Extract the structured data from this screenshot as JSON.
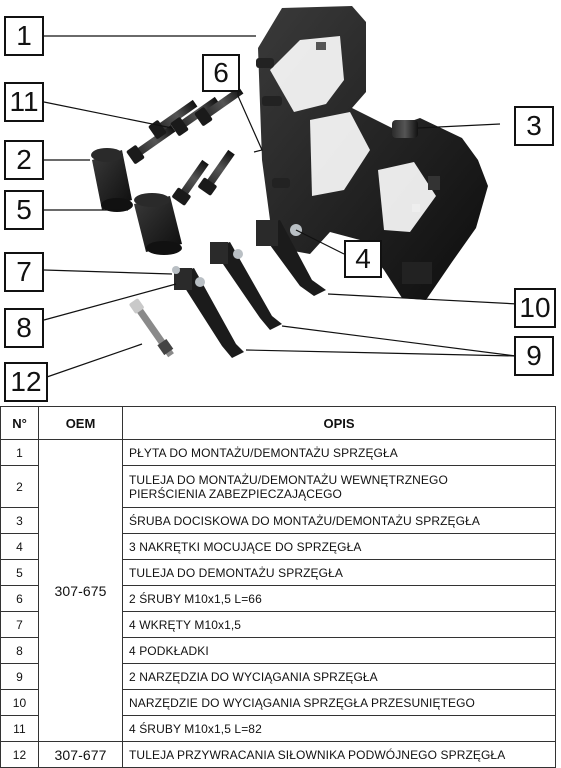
{
  "callouts": [
    "1",
    "2",
    "3",
    "4",
    "5",
    "6",
    "7",
    "8",
    "9",
    "10",
    "11",
    "12"
  ],
  "table": {
    "headers": [
      "N°",
      "OEM",
      "OPIS"
    ],
    "rows": [
      {
        "n": "1",
        "desc": "PŁYTA DO MONTAŻU/DEMONTAŻU SPRZĘGŁA"
      },
      {
        "n": "2",
        "desc": "TULEJA DO MONTAŻU/DEMONTAŻU WEWNĘTRZNEGO PIERŚCIENIA ZABEZPIECZAJĄCEGO"
      },
      {
        "n": "3",
        "desc": "ŚRUBA DOCISKOWA DO MONTAŻU/DEMONTAŻU SPRZĘGŁA"
      },
      {
        "n": "4",
        "desc": "3 NAKRĘTKI MOCUJĄCE DO SPRZĘGŁA"
      },
      {
        "n": "5",
        "desc": "TULEJA DO DEMONTAŻU SPRZĘGŁA"
      },
      {
        "n": "6",
        "desc": "2 ŚRUBY M10x1,5 L=66"
      },
      {
        "n": "7",
        "desc": "4 WKRĘTY M10x1,5"
      },
      {
        "n": "8",
        "desc": "4 PODKŁADKI"
      },
      {
        "n": "9",
        "desc": "2 NARZĘDZIA DO WYCIĄGANIA SPRZĘGŁA"
      },
      {
        "n": "10",
        "desc": "NARZĘDZIE DO WYCIĄGANIA SPRZĘGŁA PRZESUNIĘTEGO"
      },
      {
        "n": "11",
        "desc": "4 ŚRUBY M10x1,5 L=82"
      },
      {
        "n": "12",
        "oem": "307-677",
        "desc": "TULEJA PRZYWRACANIA SIŁOWNIKA PODWÓJNEGO SPRZĘGŁA"
      }
    ],
    "group_oem": "307-675"
  },
  "colors": {
    "tool": "#1a1a1a",
    "highlight": "#4a4a4a",
    "nut": "#b9bfc4"
  }
}
